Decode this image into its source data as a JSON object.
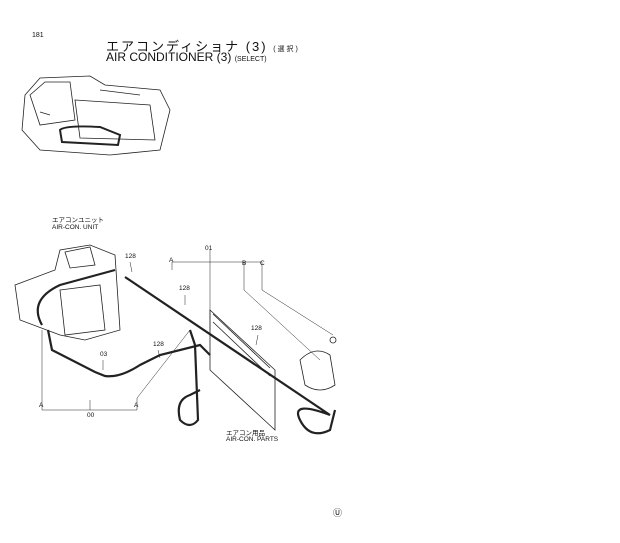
{
  "page_number": "181",
  "title": {
    "jp": "エアコンディショナ (3)",
    "jp_note": "(選択)",
    "en": "AIR CONDITIONER (3)",
    "en_note": "(SELECT)"
  },
  "sections": {
    "unit": {
      "jp": "エアコンユニット",
      "en": "AIR-CON. UNIT"
    },
    "parts": {
      "jp": "エアコン用品",
      "en": "AIR-CON. PARTS"
    }
  },
  "callouts": {
    "c128a": "128",
    "c128b": "128",
    "c128c": "128",
    "c128d": "128",
    "c01": "01",
    "c03": "03",
    "c00": "00",
    "A1": "A",
    "A2": "A",
    "A3": "A",
    "B": "B",
    "C": "C"
  },
  "footer_mark": "Ⓤ"
}
